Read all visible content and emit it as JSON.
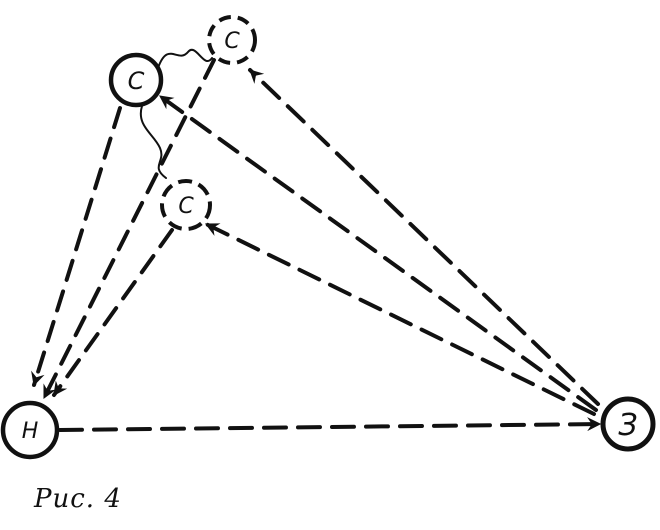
{
  "nodes": {
    "c_top_right": "С",
    "c_top_left": "С",
    "c_middle": "С",
    "n": "Н",
    "z": "З"
  },
  "caption": "Рис. 4",
  "colors": {
    "ink": "#111111",
    "background": "#ffffff"
  }
}
